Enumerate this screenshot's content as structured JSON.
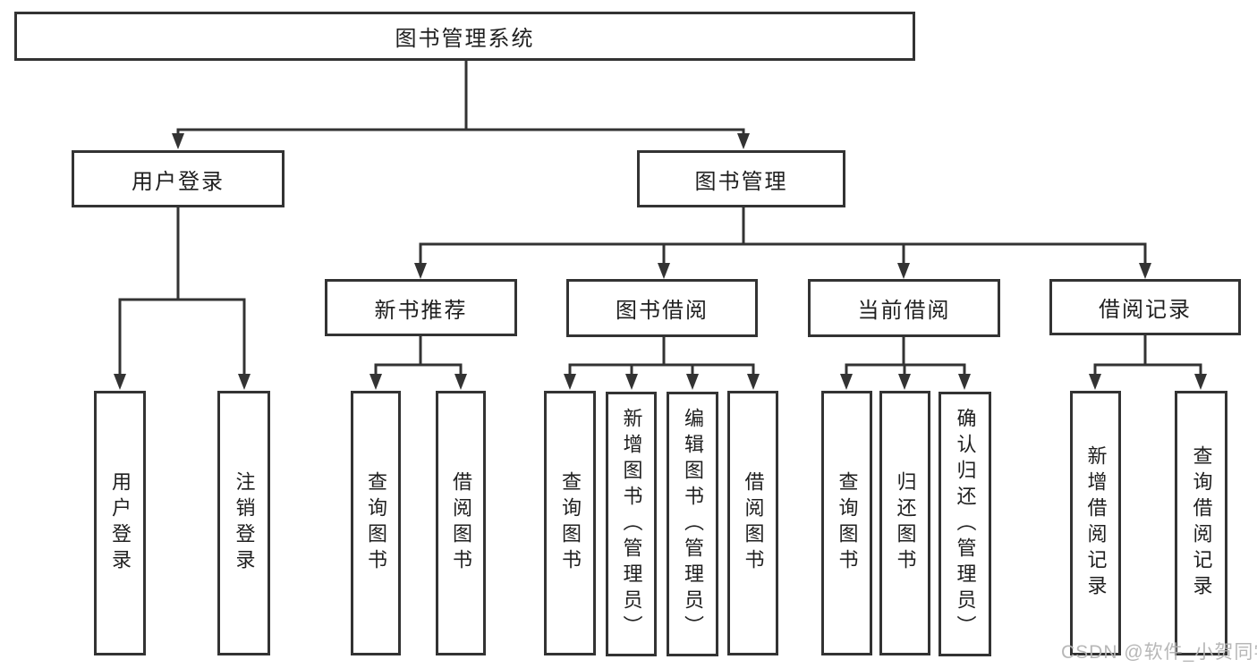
{
  "diagram": {
    "root": {
      "label": "图书管理系统"
    },
    "level2": [
      {
        "label": "用户登录"
      },
      {
        "label": "图书管理"
      }
    ],
    "level3": [
      {
        "label": "新书推荐"
      },
      {
        "label": "图书借阅"
      },
      {
        "label": "当前借阅"
      },
      {
        "label": "借阅记录"
      }
    ],
    "leaves": {
      "user": [
        "用户登录",
        "注销登录"
      ],
      "recommend": [
        "查询图书",
        "借阅图书"
      ],
      "borrow": [
        "查询图书",
        "新增图书（管理员）",
        "编辑图书（管理员）",
        "借阅图书"
      ],
      "current": [
        "查询图书",
        "归还图书",
        "确认归还（管理员）"
      ],
      "records": [
        "新增借阅记录",
        "查询借阅记录"
      ]
    },
    "colors": {
      "line": "#333333",
      "box_border": "#333333",
      "box_fill": "#ffffff",
      "text": "#1f1f1f",
      "watermark": "#b4b4b4"
    }
  },
  "watermark": {
    "text": "CSDN @软件_小贺同学"
  }
}
